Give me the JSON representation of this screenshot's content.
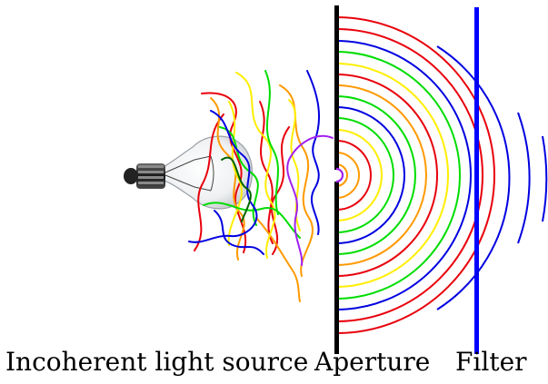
{
  "labels": {
    "source": "Incoherent light source",
    "aperture": "Aperture",
    "filter": "Filter"
  },
  "colors": {
    "red": "#e8000b",
    "orange": "#ff9900",
    "yellow": "#ffee00",
    "green": "#00dd00",
    "blue": "#0000e0",
    "purple": "#a020f0",
    "darkgreen": "#006400",
    "screen": "#000000",
    "filter": "#0000ff"
  }
}
